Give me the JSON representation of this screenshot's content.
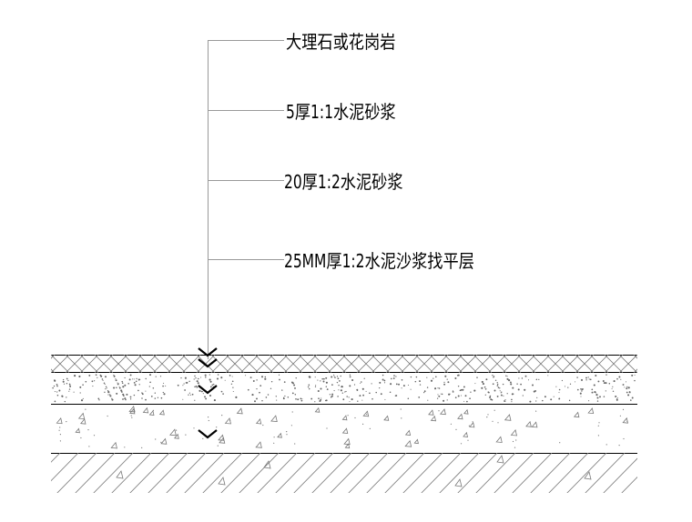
{
  "labels": {
    "layer1": "大理石或花岗岩",
    "layer2": "5厚1:1水泥砂浆",
    "layer3": "20厚1:2水泥砂浆",
    "layer4": "25MM厚1:2水泥沙浆找平层"
  },
  "colors": {
    "line": "#000000",
    "hatch": "#555555",
    "leader": "#999999",
    "background": "#ffffff"
  }
}
